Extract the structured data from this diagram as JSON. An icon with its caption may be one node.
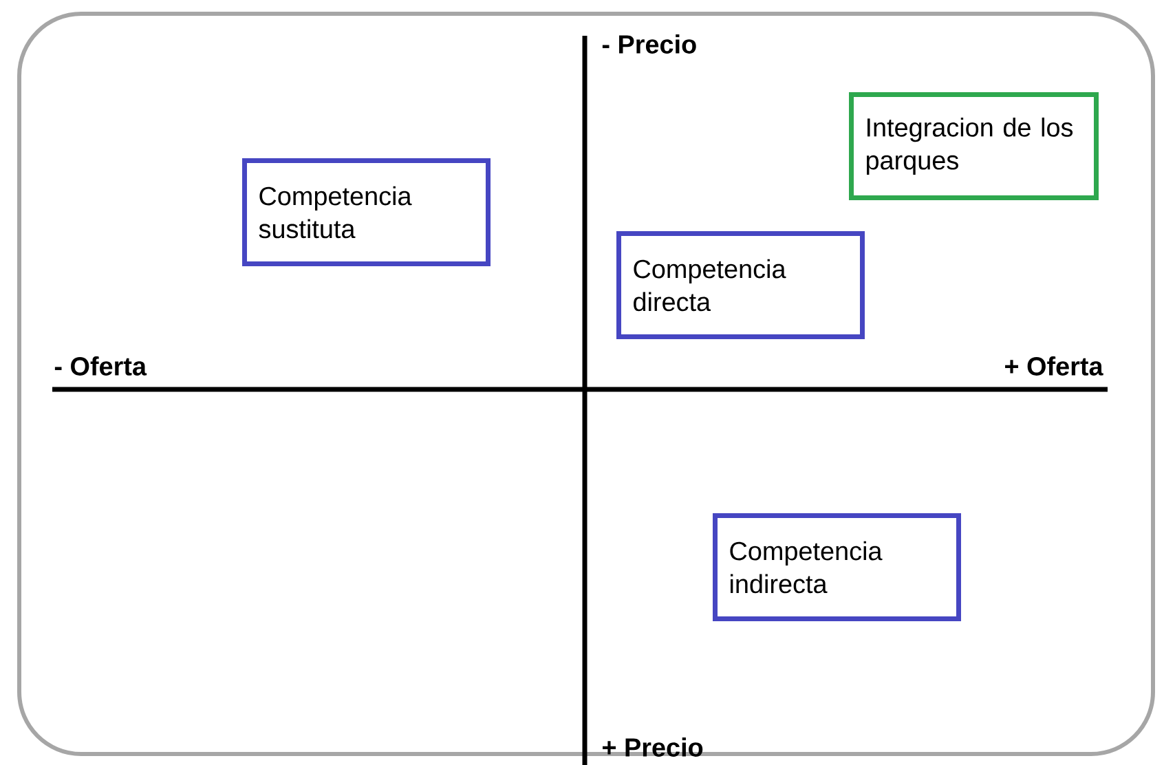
{
  "diagram": {
    "nodes": [
      {
        "text": [
          "Competencia sustituta"
        ]
      },
      {
        "text": [
          "Integracion de los parques"
        ]
      },
      {
        "text": [
          "Competencia directa"
        ]
      },
      {
        "text": [
          "Competencia indirecta"
        ]
      }
    ],
    "labels": [
      "- Precio",
      "- Oferta",
      "+ Oferta",
      "+ Precio"
    ]
  }
}
